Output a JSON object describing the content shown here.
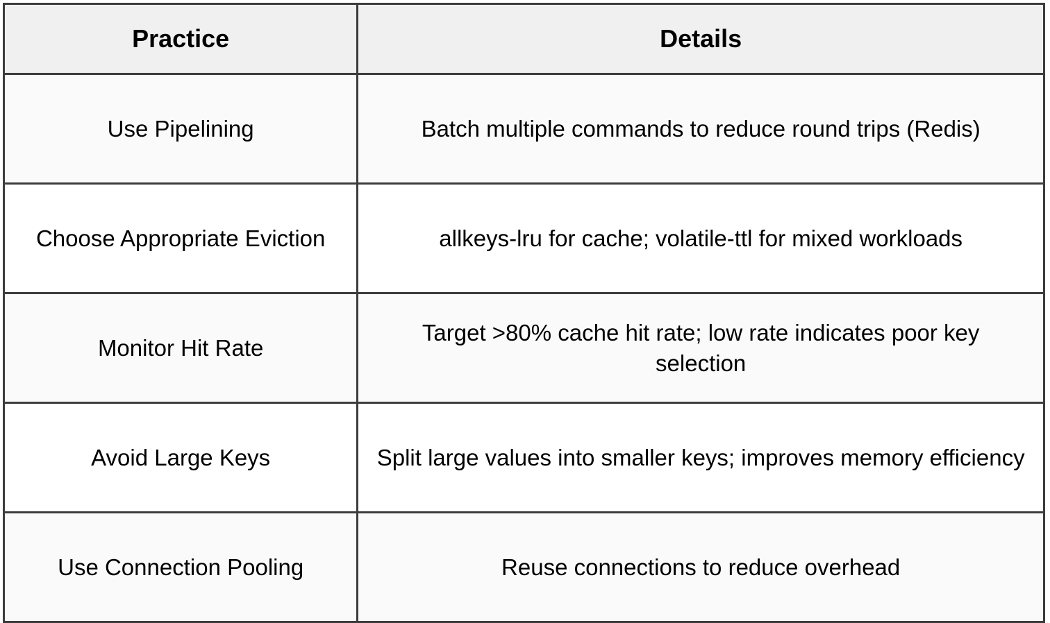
{
  "table": {
    "columns": [
      {
        "key": "practice",
        "label": "Practice"
      },
      {
        "key": "details",
        "label": "Details"
      }
    ],
    "rows": [
      {
        "practice": "Use Pipelining",
        "details": "Batch multiple commands to reduce round trips (Redis)"
      },
      {
        "practice": "Choose Appropriate Eviction",
        "details": "allkeys-lru for cache; volatile-ttl for mixed workloads"
      },
      {
        "practice": "Monitor Hit Rate",
        "details": "Target >80% cache hit rate; low rate indicates poor key selection"
      },
      {
        "practice": "Avoid Large Keys",
        "details": "Split large values into smaller keys; improves memory efficiency"
      },
      {
        "practice": "Use Connection Pooling",
        "details": "Reuse connections to reduce overhead"
      }
    ]
  },
  "style": {
    "border_color": "#3c3c3c",
    "header_background": "#f0f0f0",
    "row_background_odd": "#fafafa",
    "row_background_even": "#ffffff",
    "text_color": "#000000"
  }
}
